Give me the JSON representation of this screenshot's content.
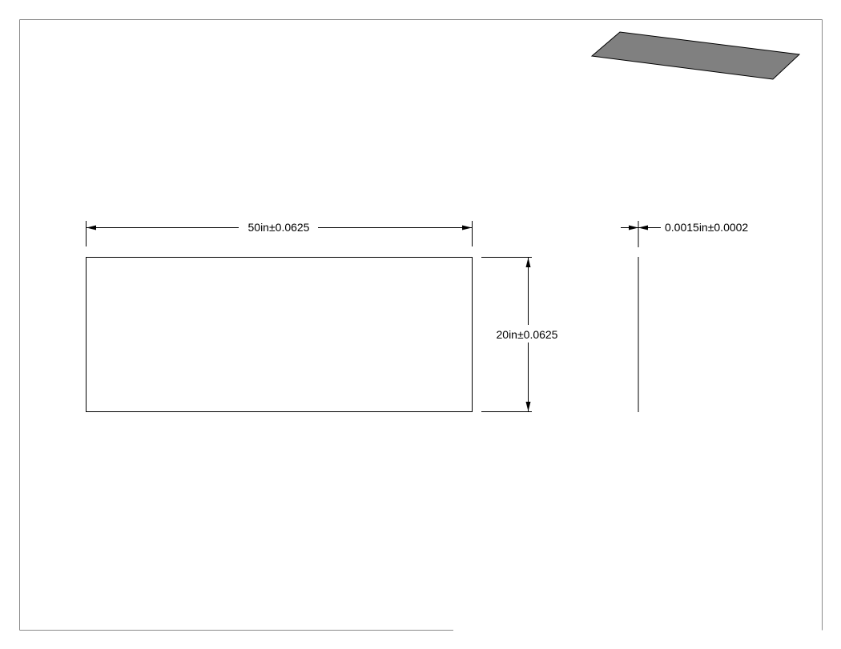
{
  "sheet": {
    "background": "#ffffff",
    "border_color": "#8a8a8a",
    "line_color": "#000000"
  },
  "iso_view": {
    "fill_color": "#808080"
  },
  "dimensions": {
    "width_label": "50in±0.0625",
    "height_label": "20in±0.0625",
    "thickness_label": "0.0015in±0.0002"
  }
}
